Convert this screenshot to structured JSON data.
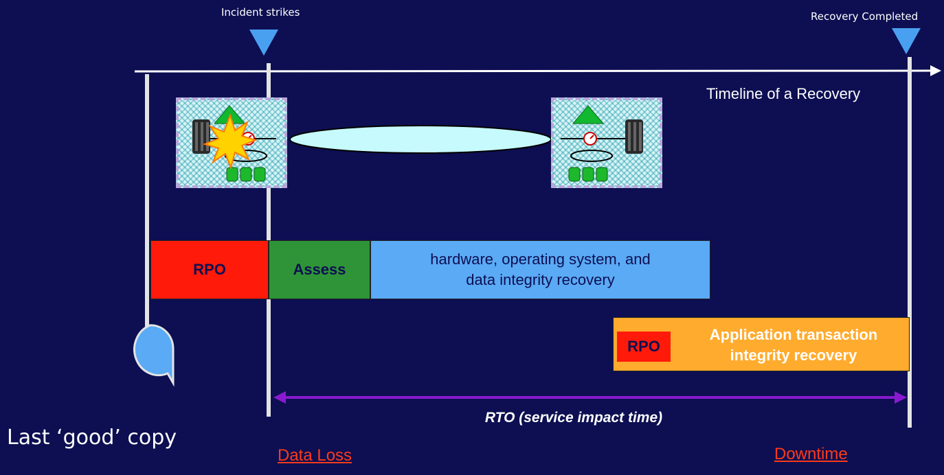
{
  "markers": {
    "incident_label": "Incident strikes",
    "recovery_label": "Recovery Completed"
  },
  "timeline": {
    "label": "Timeline of a Recovery"
  },
  "phases": {
    "rpo": "RPO",
    "assess": "Assess",
    "hardware_line1": "hardware, operating system, and",
    "hardware_line2": "data integrity recovery"
  },
  "app_recovery": {
    "rpo": "RPO",
    "line1": "Application transaction",
    "line2": "integrity recovery"
  },
  "rto": {
    "label": "RTO (service impact time)"
  },
  "last_copy": {
    "label": "Last ‘good’ copy"
  },
  "links": {
    "data_loss": "Data Loss",
    "downtime": "Downtime"
  },
  "colors": {
    "background": "#0d0f52",
    "rpo_red": "#ff1a0a",
    "assess_green": "#2e9437",
    "recovery_blue": "#5aaaf5",
    "app_orange": "#ffab2e",
    "rto_purple": "#8a1ad0",
    "marker_blue": "#4aa0f0",
    "link_red": "#ff3a1a"
  },
  "icons": [
    "incident-marker-icon",
    "recovery-marker-icon",
    "explosion-icon",
    "server-icon",
    "storage-icon",
    "network-icon",
    "copy-lens-icon"
  ]
}
